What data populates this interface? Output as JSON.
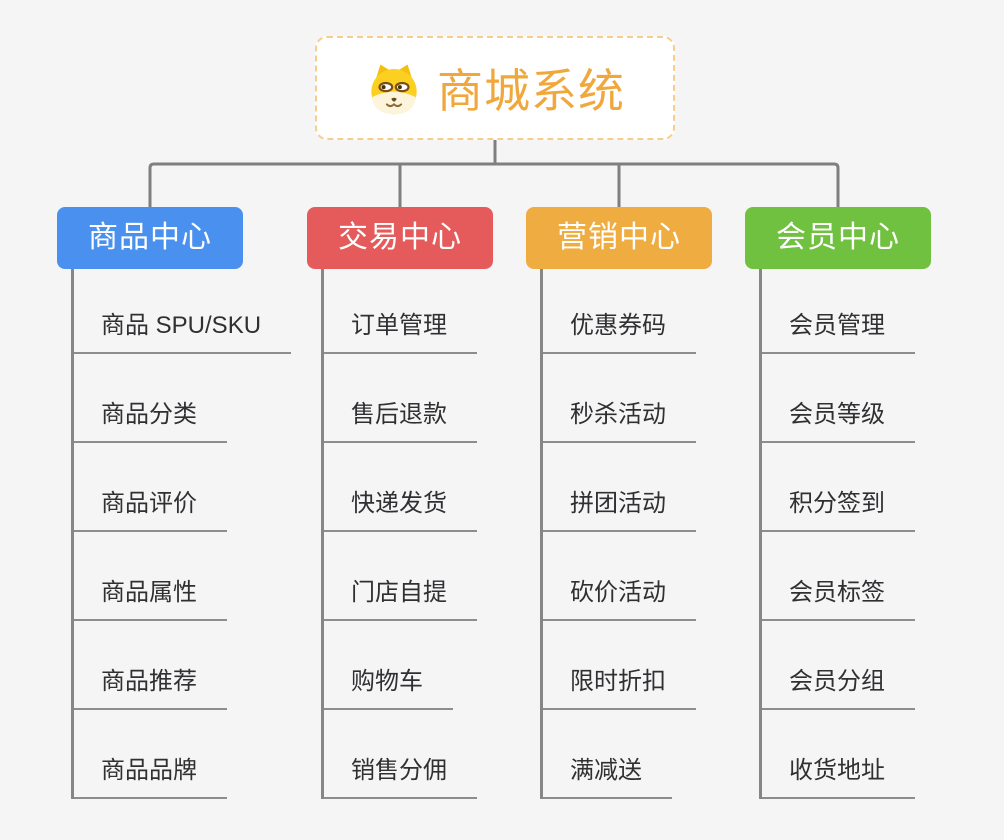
{
  "root": {
    "title": "商城系统",
    "icon": "dog-face-icon"
  },
  "branches": [
    {
      "label": "商品中心",
      "color": "#4A90EE",
      "items": [
        "商品 SPU/SKU",
        "商品分类",
        "商品评价",
        "商品属性",
        "商品推荐",
        "商品品牌"
      ]
    },
    {
      "label": "交易中心",
      "color": "#E55B5B",
      "items": [
        "订单管理",
        "售后退款",
        "快递发货",
        "门店自提",
        "购物车",
        "销售分佣"
      ]
    },
    {
      "label": "营销中心",
      "color": "#EFAC41",
      "items": [
        "优惠券码",
        "秒杀活动",
        "拼团活动",
        "砍价活动",
        "限时折扣",
        "满减送"
      ]
    },
    {
      "label": "会员中心",
      "color": "#6FC13F",
      "items": [
        "会员管理",
        "会员等级",
        "积分签到",
        "会员标签",
        "会员分组",
        "收货地址"
      ]
    }
  ],
  "colors": {
    "background": "#F5F5F5",
    "root_border": "#F6CD8C",
    "root_text": "#F0A83D",
    "connector": "#7F7F7F",
    "leaf_underline": "#8D8D8D",
    "leaf_text": "#303033"
  }
}
